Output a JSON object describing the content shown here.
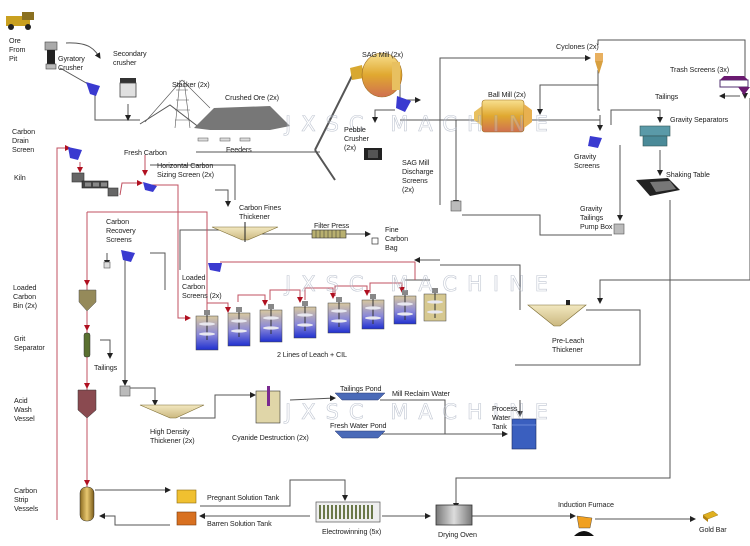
{
  "diagram": {
    "title": "Gold CIL Process Flowsheet",
    "watermark": "JXSC MACHINE",
    "colors": {
      "flow_line": "#555555",
      "carbon_line": "#c05060",
      "screen_blue": "#3a3ad0",
      "mill_gold": "#e0b040",
      "tank_blue": "#3a5fbf",
      "thickener_tan": "#e6d9a8",
      "pregnant_tank": "#f0c030",
      "barren_tank": "#d87020"
    },
    "labels": {
      "ore_from_pit": "Ore\nFrom\nPit",
      "gyratory_crusher": "Gyratory\nCrusher",
      "secondary_crusher": "Secondary\ncrusher",
      "stacker": "Stacker (2x)",
      "crushed_ore": "Crushed Ore (2x)",
      "feeders": "Feeders",
      "sag_mill": "SAG Mill (2x)",
      "pebble_crusher": "Pebble\nCrusher\n(2x)",
      "sag_discharge_screens": "SAG Mill\nDischarge\nScreens\n(2x)",
      "ball_mill": "Ball Mill (2x)",
      "cyclones": "Cyclones (2x)",
      "trash_screens": "Trash Screens (3x)",
      "tailings_top": "Tailings",
      "gravity_separators": "Gravity Separators",
      "gravity_screens": "Gravity\nScreens",
      "shaking_table": "Shaking Table",
      "gravity_tailings_pump_box": "Gravity\nTailings\nPump Box",
      "carbon_drain_screen": "Carbon\nDrain\nScreen",
      "kiln": "Kiln",
      "fresh_carbon": "Fresh Carbon",
      "horizontal_carbon_sizing_screen": "Horizontal Carbon\nSizing Screen (2x)",
      "carbon_fines_thickener": "Carbon Fines\nThickener",
      "filter_press": "Filter Press",
      "fine_carbon_bag": "Fine\nCarbon\nBag",
      "carbon_recovery_screens": "Carbon\nRecovery\nScreens",
      "loaded_carbon_screens": "Loaded\nCarbon\nScreens (2x)",
      "leach_cil": "2 Lines of Leach + CIL",
      "pre_leach_thickener": "Pre-Leach\nThickener",
      "loaded_carbon_bin": "Loaded\nCarbon\nBin (2x)",
      "grit_separator": "Grit\nSeparator",
      "tailings_grit": "Tailings",
      "acid_wash_vessel": "Acid\nWash\nVessel",
      "high_density_thickener": "High Density\nThickener (2x)",
      "cyanide_destruction": "Cyanide Destruction (2x)",
      "tailings_pond": "Tailings Pond",
      "mill_reclaim_water": "Mill Reclaim Water",
      "fresh_water_pond": "Fresh Water Pond",
      "process_water_tank": "Process\nWater\nTank",
      "carbon_strip_vessels": "Carbon\nStrip\nVessels",
      "pregnant_solution_tank": "Pregnant Solution Tank",
      "barren_solution_tank": "Barren Solution Tank",
      "electrowinning": "Electrowinning (5x)",
      "drying_oven": "Drying Oven",
      "induction_furnace": "Induction Furnace",
      "gold_bar": "Gold Bar"
    },
    "icons": [
      "haul-truck-icon",
      "gyratory-crusher-icon",
      "screen-icon",
      "secondary-crusher-icon",
      "stacker-icon",
      "ore-stockpile-icon",
      "sag-mill-icon",
      "pebble-crusher-icon",
      "ball-mill-icon",
      "cyclone-icon",
      "trash-screen-icon",
      "gravity-separator-icon",
      "shaking-table-icon",
      "pump-box-icon",
      "kiln-icon",
      "thickener-icon",
      "filter-press-icon",
      "bag-icon",
      "leach-tank-icon",
      "carbon-bin-icon",
      "grit-separator-icon",
      "acid-wash-vessel-icon",
      "cyanide-destruction-tank-icon",
      "pond-icon",
      "process-water-tank-icon",
      "strip-vessel-icon",
      "solution-tank-icon",
      "electrowinning-cell-icon",
      "drying-oven-icon",
      "induction-furnace-icon",
      "gold-bar-icon"
    ]
  }
}
